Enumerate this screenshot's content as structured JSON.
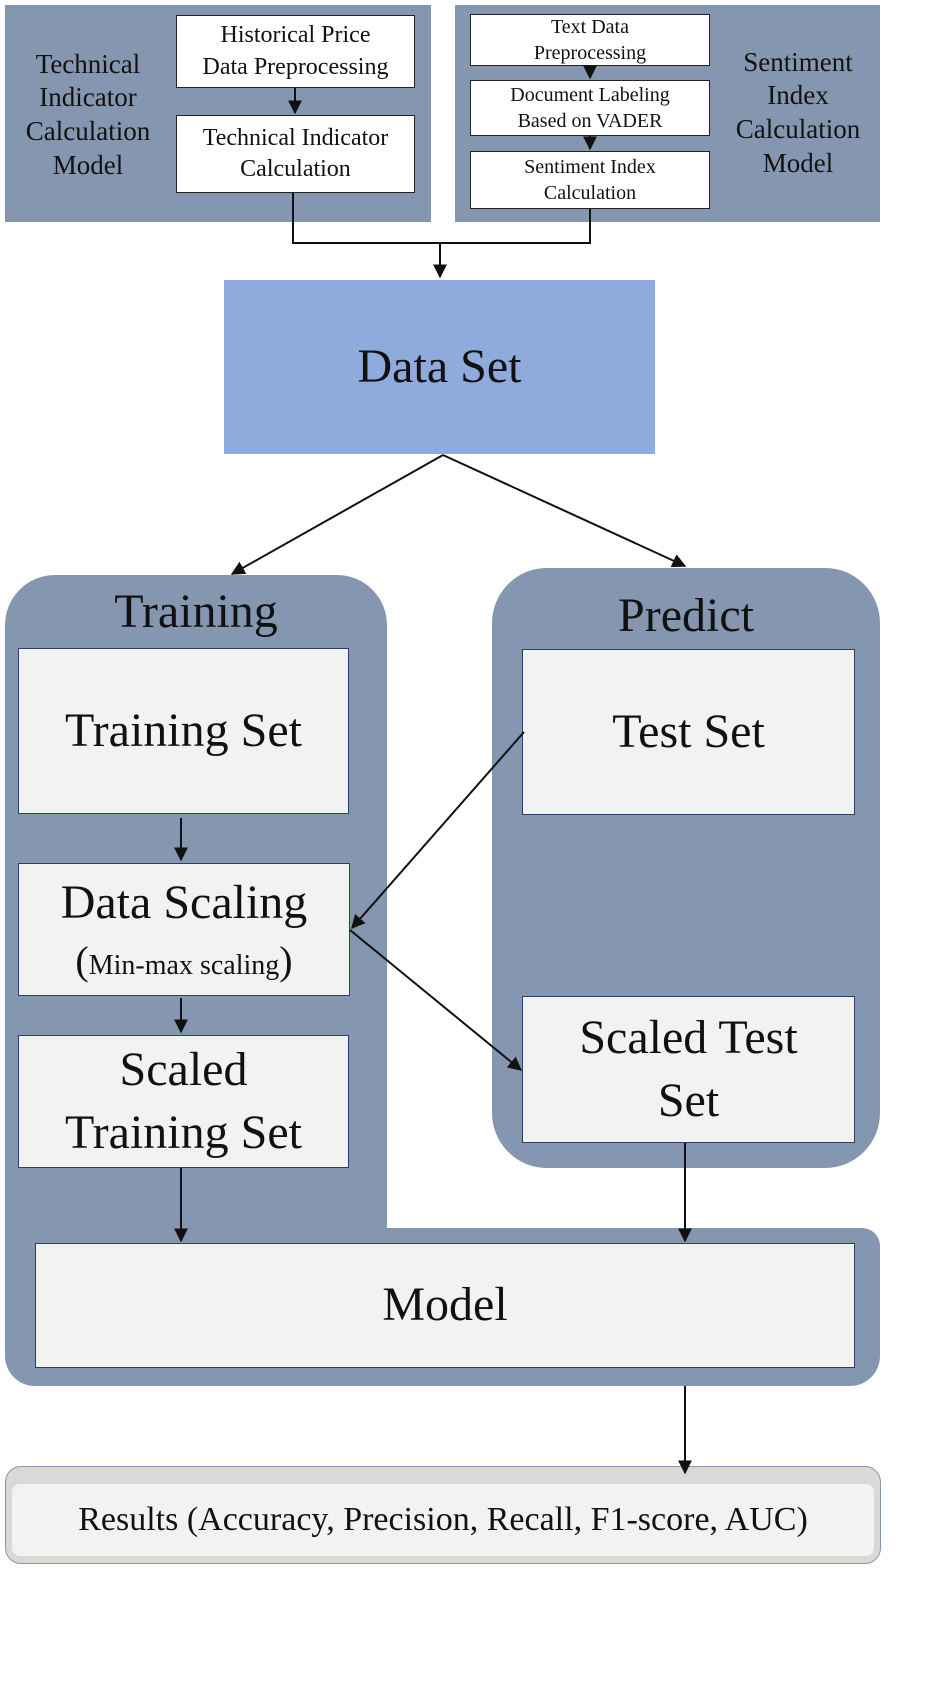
{
  "technical_model": {
    "label_lines": [
      "Technical",
      "Indicator",
      "Calculation",
      "Model"
    ],
    "step1_lines": [
      "Historical Price",
      "Data Preprocessing"
    ],
    "step2_lines": [
      "Technical Indicator",
      "Calculation"
    ]
  },
  "sentiment_model": {
    "label_lines": [
      "Sentiment",
      "Index",
      "Calculation",
      "Model"
    ],
    "step1_lines": [
      "Text Data",
      "Preprocessing"
    ],
    "step2_lines": [
      "Document Labeling",
      "Based on VADER"
    ],
    "step3_lines": [
      "Sentiment Index",
      "Calculation"
    ]
  },
  "data_set": "Data Set",
  "training": {
    "title": "Training",
    "training_set": "Training Set",
    "data_scaling": "Data Scaling",
    "scaling_note_open": "(",
    "scaling_note": "Min-max scaling",
    "scaling_note_close": ")",
    "scaled_lines": [
      "Scaled",
      "Training Set"
    ]
  },
  "predict": {
    "title": "Predict",
    "test_set": "Test Set",
    "scaled_lines": [
      "Scaled Test",
      "Set"
    ]
  },
  "model": "Model",
  "results": "Results (Accuracy, Precision, Recall, F1-score, AUC)",
  "colors": {
    "panel": "#8597b0",
    "data_set_fill": "#8faadc",
    "box_fill": "#f2f2f2",
    "results_fill": "#d9d9d9"
  }
}
